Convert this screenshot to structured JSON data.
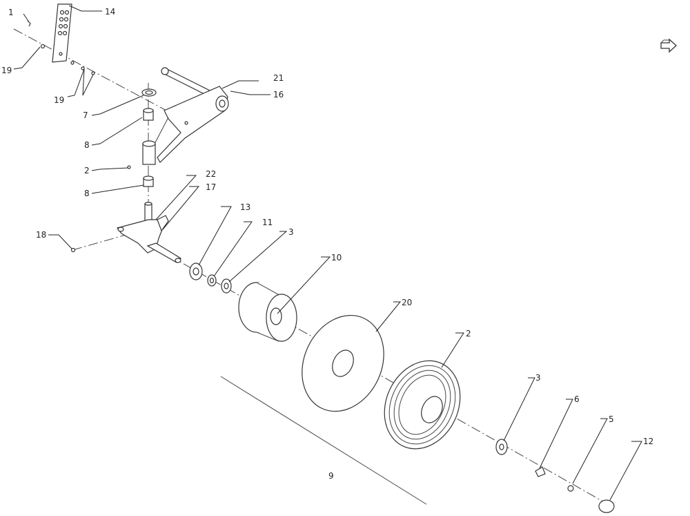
{
  "diagram": {
    "callouts": [
      {
        "id": "c1",
        "text": "1"
      },
      {
        "id": "c14",
        "text": "14"
      },
      {
        "id": "c19a",
        "text": "19"
      },
      {
        "id": "c19b",
        "text": "19"
      },
      {
        "id": "c21",
        "text": "21"
      },
      {
        "id": "c16",
        "text": "16"
      },
      {
        "id": "c7",
        "text": "7"
      },
      {
        "id": "c8a",
        "text": "8"
      },
      {
        "id": "c2a",
        "text": "2"
      },
      {
        "id": "c8b",
        "text": "8"
      },
      {
        "id": "c22",
        "text": "22"
      },
      {
        "id": "c17",
        "text": "17"
      },
      {
        "id": "c18",
        "text": "18"
      },
      {
        "id": "c13",
        "text": "13"
      },
      {
        "id": "c11",
        "text": "11"
      },
      {
        "id": "c3a",
        "text": "3"
      },
      {
        "id": "c10",
        "text": "10"
      },
      {
        "id": "c20",
        "text": "20"
      },
      {
        "id": "c2b",
        "text": "2"
      },
      {
        "id": "c3b",
        "text": "3"
      },
      {
        "id": "c6",
        "text": "6"
      },
      {
        "id": "c5",
        "text": "5"
      },
      {
        "id": "c12",
        "text": "12"
      },
      {
        "id": "c9",
        "text": "9"
      }
    ],
    "nav_icon": "next-page-arrow-icon"
  }
}
